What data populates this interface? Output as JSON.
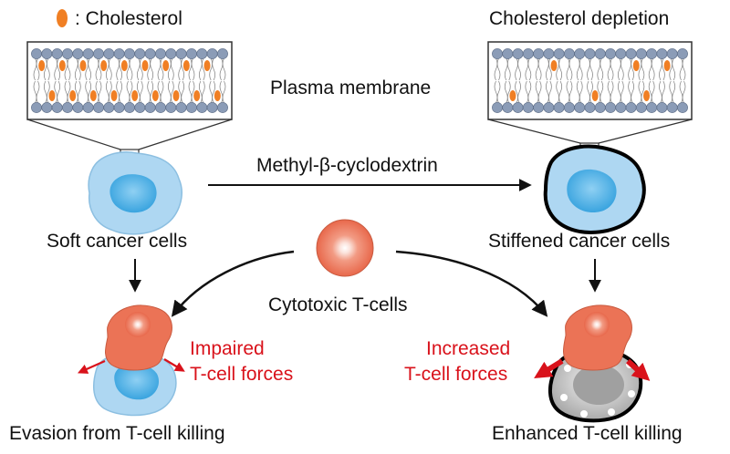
{
  "legend": {
    "symbol_label": ": Cholesterol"
  },
  "labels": {
    "cholesterol_depletion": "Cholesterol depletion",
    "plasma_membrane": "Plasma membrane",
    "treatment": "Methyl-β-cyclodextrin",
    "soft_cells": "Soft cancer cells",
    "stiffened_cells": "Stiffened cancer cells",
    "t_cells": "Cytotoxic T-cells",
    "impaired_line1": "Impaired",
    "impaired_line2": "T-cell forces",
    "increased_line1": "Increased",
    "increased_line2": "T-cell forces",
    "evasion": "Evasion from T-cell killing",
    "enhanced": "Enhanced T-cell killing"
  },
  "colors": {
    "cholesterol": "#f07f24",
    "lipid_head": "#8b9cb7",
    "cancer_cell": "#aed7f2",
    "cancer_nucleus": "#53b3e6",
    "t_cell": "#eb7356",
    "stiff_cell_fill": "#c9c9c9",
    "force_arrow": "#d9121b"
  }
}
